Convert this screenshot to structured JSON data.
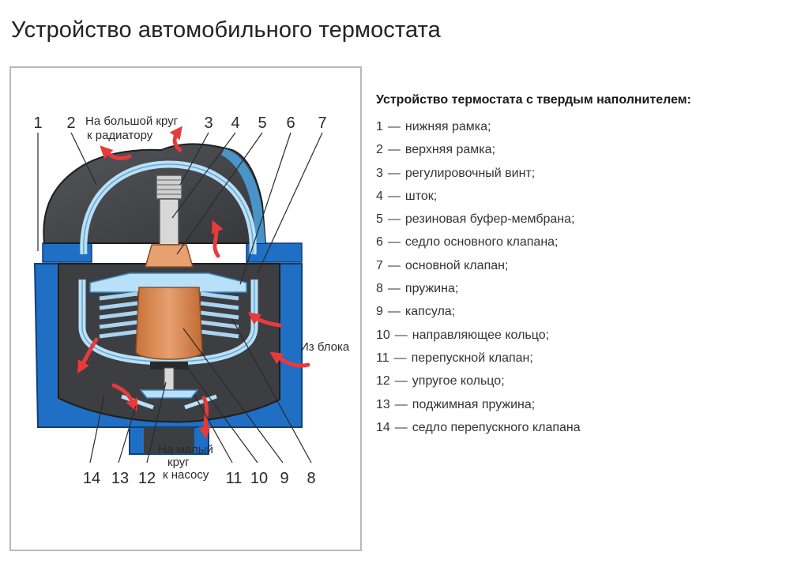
{
  "title": "Устройство автомобильного термостата",
  "diagram": {
    "numbers_top": [
      "1",
      "2",
      "3",
      "4",
      "5",
      "6",
      "7"
    ],
    "numbers_bottom": [
      "14",
      "13",
      "12",
      "11",
      "10",
      "9",
      "8"
    ],
    "label_radiator_line1": "На большой круг",
    "label_radiator_line2": "к радиатору",
    "label_from_block": "Из блока",
    "label_pump_line1": "На малый",
    "label_pump_line2": "круг",
    "label_pump_line3": "к насосу",
    "colors": {
      "housing": "#4a4a4e",
      "housing_dark": "#2e2e31",
      "water_jacket": "#1f6fc4",
      "light_blue": "#7fc4f0",
      "frame_blue": "#b8e0f8",
      "capsule": "#d98a4e",
      "flow_arrow": "#e83a3a",
      "frame_border": "#b9b9b9"
    }
  },
  "legend": {
    "heading": "Устройство термостата с твердым наполнителем:",
    "dash": "—",
    "items": [
      {
        "num": "1",
        "text": "нижняя рамка;"
      },
      {
        "num": "2",
        "text": "верхняя рамка;"
      },
      {
        "num": "3",
        "text": "регулировочный винт;"
      },
      {
        "num": "4",
        "text": "шток;"
      },
      {
        "num": "5",
        "text": "резиновая буфер-мембрана;"
      },
      {
        "num": "6",
        "text": "седло основного клапана;"
      },
      {
        "num": "7",
        "text": "основной клапан;"
      },
      {
        "num": "8",
        "text": "пружина;"
      },
      {
        "num": "9",
        "text": "капсула;"
      },
      {
        "num": "10",
        "text": "направляющее кольцо;"
      },
      {
        "num": "11",
        "text": "перепускной клапан;"
      },
      {
        "num": "12",
        "text": "упругое кольцо;"
      },
      {
        "num": "13",
        "text": "поджимная пружина;"
      },
      {
        "num": "14",
        "text": "седло перепускного клапана"
      }
    ]
  }
}
